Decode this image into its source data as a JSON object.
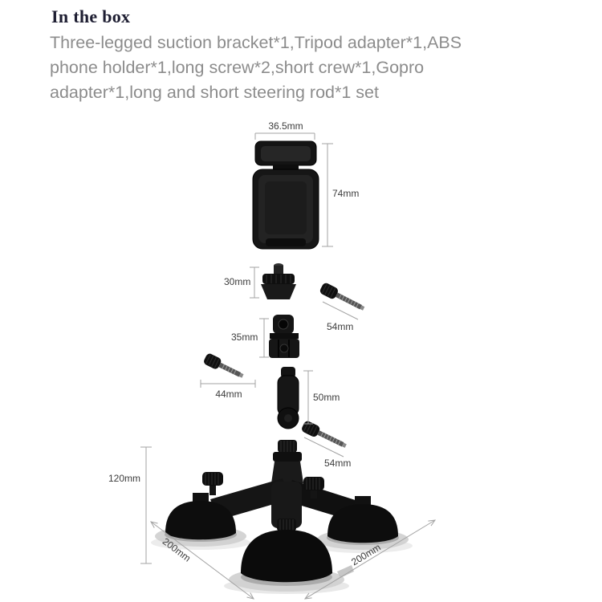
{
  "header": {
    "title": "In the box",
    "description_lines": [
      "Three-legged suction bracket*1,Tripod adapter*1,ABS",
      "phone holder*1,long screw*2,short crew*1,Gopro",
      "adapter*1,long and short steering rod*1 set"
    ]
  },
  "dimensions": {
    "phone_holder_width": "36.5mm",
    "phone_holder_height": "74mm",
    "tripod_adapter_height": "30mm",
    "long_screw_top_length": "54mm",
    "gopro_adapter_height": "35mm",
    "short_screw_length": "44mm",
    "steering_rod_length": "50mm",
    "long_screw_bottom_length": "54mm",
    "base_height": "120mm",
    "base_width_left": "200mm",
    "base_width_right": "200mm"
  },
  "colors": {
    "background": "#ffffff",
    "title_text": "#1e1e32",
    "body_text": "#8c8c8c",
    "dimension_text": "#3d3d3d",
    "dimension_line": "#a3a3a3",
    "product_black": "#121212",
    "suction_flange": "#cfcfcf"
  }
}
